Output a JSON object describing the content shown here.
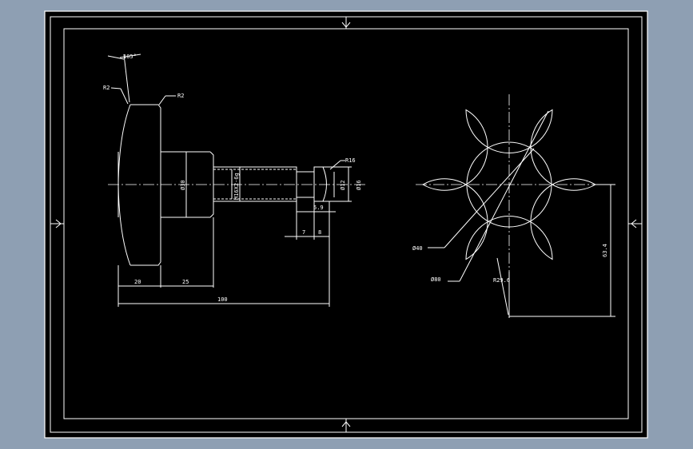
{
  "colors": {
    "app_background": "#8e9fb3",
    "sheet": "#000000",
    "lines": "#ffffff"
  },
  "dimensions": {
    "angle_top": "105°",
    "radius_left": "R2",
    "radius_right": "R2",
    "diameter_hub": "Ø30",
    "thread": "M16X2-6g",
    "diameter_neck": "Ø12",
    "diameter_shaft": "Ø16",
    "radius_tip": "R16",
    "length_groove": "5.9",
    "length_7": "7",
    "length_8": "8",
    "length_20": "20",
    "length_25": "25",
    "length_total": "100",
    "diameter_inner": "Ø40",
    "diameter_outer": "Ø80",
    "radius_lobe": "R29.6",
    "height_63": "63.4"
  }
}
